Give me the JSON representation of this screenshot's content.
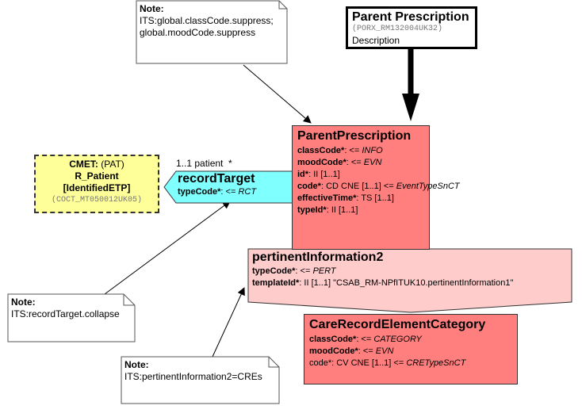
{
  "colors": {
    "act_class": "#ff7f7f",
    "act_relationship": "#ffcccc",
    "participation": "#80ffff",
    "cmet": "#ffff99",
    "note_bg": "#ffffff",
    "line": "#000000"
  },
  "entry_point": {
    "title": "Parent Prescription",
    "id": "(PORX_RM132004UK32)",
    "description": "Description"
  },
  "notes": [
    {
      "label": "Note:",
      "lines": [
        "ITS:global.classCode.suppress;",
        "global.moodCode.suppress"
      ]
    },
    {
      "label": "Note:",
      "lines": [
        "ITS:recordTarget.collapse"
      ]
    },
    {
      "label": "Note:",
      "lines": [
        "ITS:pertinentInformation2=CREs"
      ]
    }
  ],
  "parent_prescription": {
    "title": "ParentPrescription",
    "attributes": [
      {
        "name": "classCode*",
        "sep": ": <= ",
        "rest": "",
        "vocab": "INFO"
      },
      {
        "name": "moodCode*",
        "sep": ": <= ",
        "rest": "",
        "vocab": "EVN"
      },
      {
        "name": "id*",
        "sep": ": ",
        "rest": "II [1..1]",
        "vocab": ""
      },
      {
        "name": "code*",
        "sep": ": ",
        "rest": "CD CNE [1..1] <= ",
        "vocab": "EventTypeSnCT"
      },
      {
        "name": "effectiveTime*",
        "sep": ": ",
        "rest": "TS [1..1]",
        "vocab": ""
      },
      {
        "name": "typeId*",
        "sep": ": ",
        "rest": "II [1..1]",
        "vocab": ""
      }
    ]
  },
  "record_target": {
    "cardinality": "1..1 patient  *",
    "title": "recordTarget",
    "attr_name": "typeCode*",
    "attr_sep": ": <= ",
    "attr_vocab": "RCT"
  },
  "cmet": {
    "line1_bold": "CMET:",
    "line1_rest": " (PAT)",
    "line2": "R_Patient",
    "line3": "[IdentifiedETP]",
    "id": "(COCT_MT050012UK05)"
  },
  "pertinent_information": {
    "title": "pertinentInformation2",
    "attr1_name": "typeCode*",
    "attr1_sep": ": <= ",
    "attr1_vocab": "PERT",
    "attr2_name": "templateId*",
    "attr2_rest": ": II [1..1] \"CSAB_RM-NPfITUK10.pertinentInformation1\""
  },
  "care_record": {
    "title": "CareRecordElementCategory",
    "attributes": [
      {
        "name": "classCode*",
        "sep": ": <= ",
        "rest": "",
        "vocab": "CATEGORY",
        "bold": true
      },
      {
        "name": "moodCode*",
        "sep": ": <= ",
        "rest": "",
        "vocab": "EVN",
        "bold": true
      },
      {
        "name": "code*",
        "sep": ": ",
        "rest": "CV CNE [1..1] <= ",
        "vocab": "CRETypeSnCT",
        "bold": false
      }
    ]
  }
}
